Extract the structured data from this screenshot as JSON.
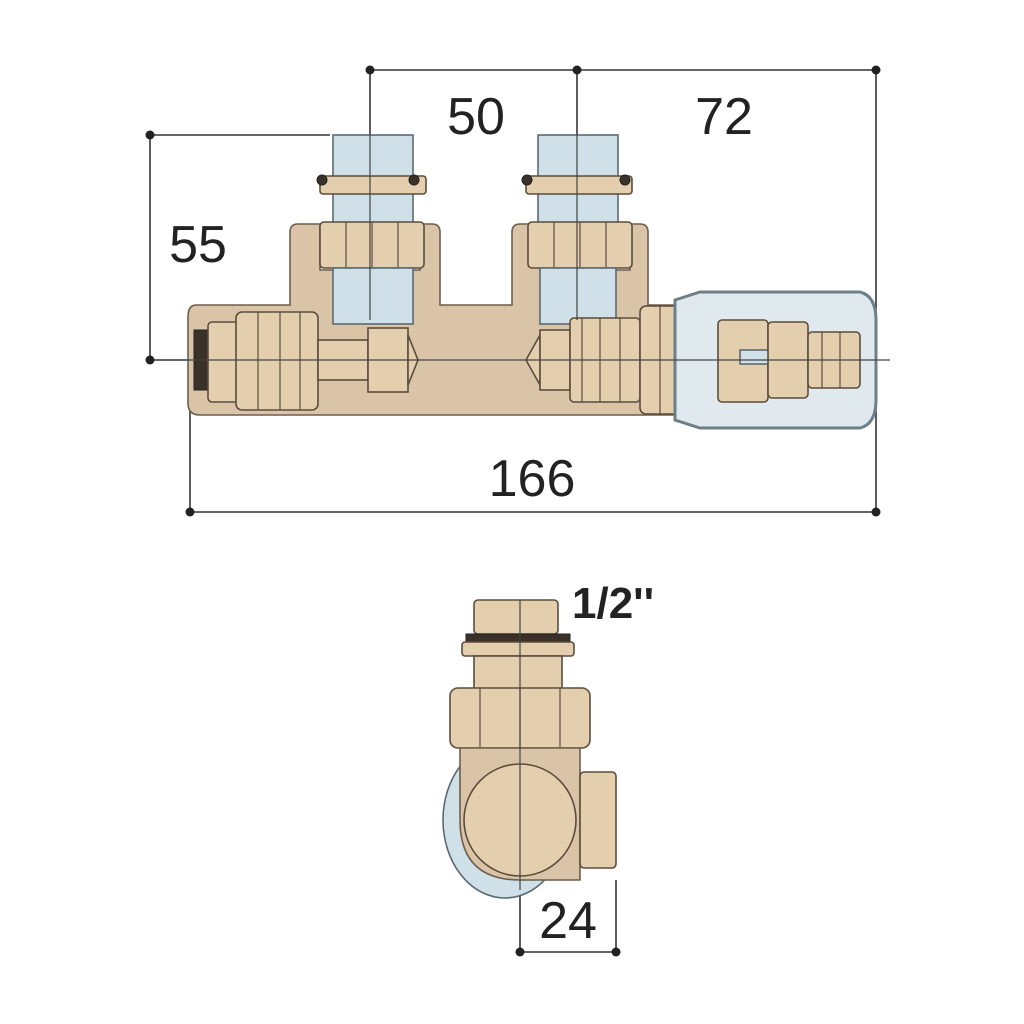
{
  "dimensions": {
    "top_left_span": "50",
    "top_right_span": "72",
    "height": "55",
    "overall_length": "166",
    "thread_size": "1/2''",
    "side_width": "24"
  },
  "colors": {
    "body": "#d9c4a8",
    "brass": "#e3cfae",
    "plastic_blue": "#cfe0e8",
    "line": "#333333"
  }
}
